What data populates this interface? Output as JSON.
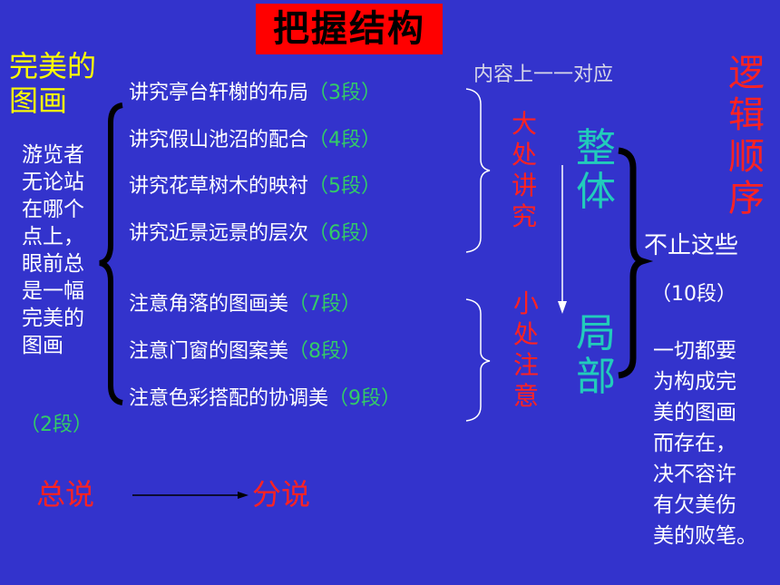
{
  "title": "把握结构",
  "left": {
    "heading_line1": "完美的",
    "heading_line2": "图画",
    "desc_lines": [
      "游览者",
      "无论站",
      "在哪个",
      "点上，",
      "眼前总",
      "是一幅",
      "完美的",
      "图画"
    ],
    "para": "（2段）"
  },
  "group1": [
    {
      "text": "讲究亭台轩榭的布局",
      "para": "（3段）"
    },
    {
      "text": "讲究假山池沼的配合",
      "para": "（4段）"
    },
    {
      "text": "讲究花草树木的映衬",
      "para": "（5段）"
    },
    {
      "text": "讲究近景远景的层次",
      "para": "（6段）"
    }
  ],
  "group2": [
    {
      "text": "注意角落的图画美",
      "para": "（7段）"
    },
    {
      "text": "注意门窗的图案美",
      "para": "（8段）"
    },
    {
      "text": "注意色彩搭配的协调美",
      "para": "（9段）"
    }
  ],
  "correspondence": "内容上一一对应",
  "big_detail": [
    "大",
    "处",
    "讲",
    "究"
  ],
  "small_detail": [
    "小",
    "处",
    "注",
    "意"
  ],
  "whole": [
    "整",
    "体"
  ],
  "part": [
    "局",
    "部"
  ],
  "logic_order": [
    "逻",
    "辑",
    "顺",
    "序"
  ],
  "not_only": "不止这些",
  "para10": "（10段）",
  "conclusion_lines": [
    "一切都要",
    "为构成完",
    "美的图画",
    "而存在，",
    "决不容许",
    "有欠美伤",
    "美的败笔。"
  ],
  "bottom": {
    "general": "总说",
    "detail": "分说"
  }
}
